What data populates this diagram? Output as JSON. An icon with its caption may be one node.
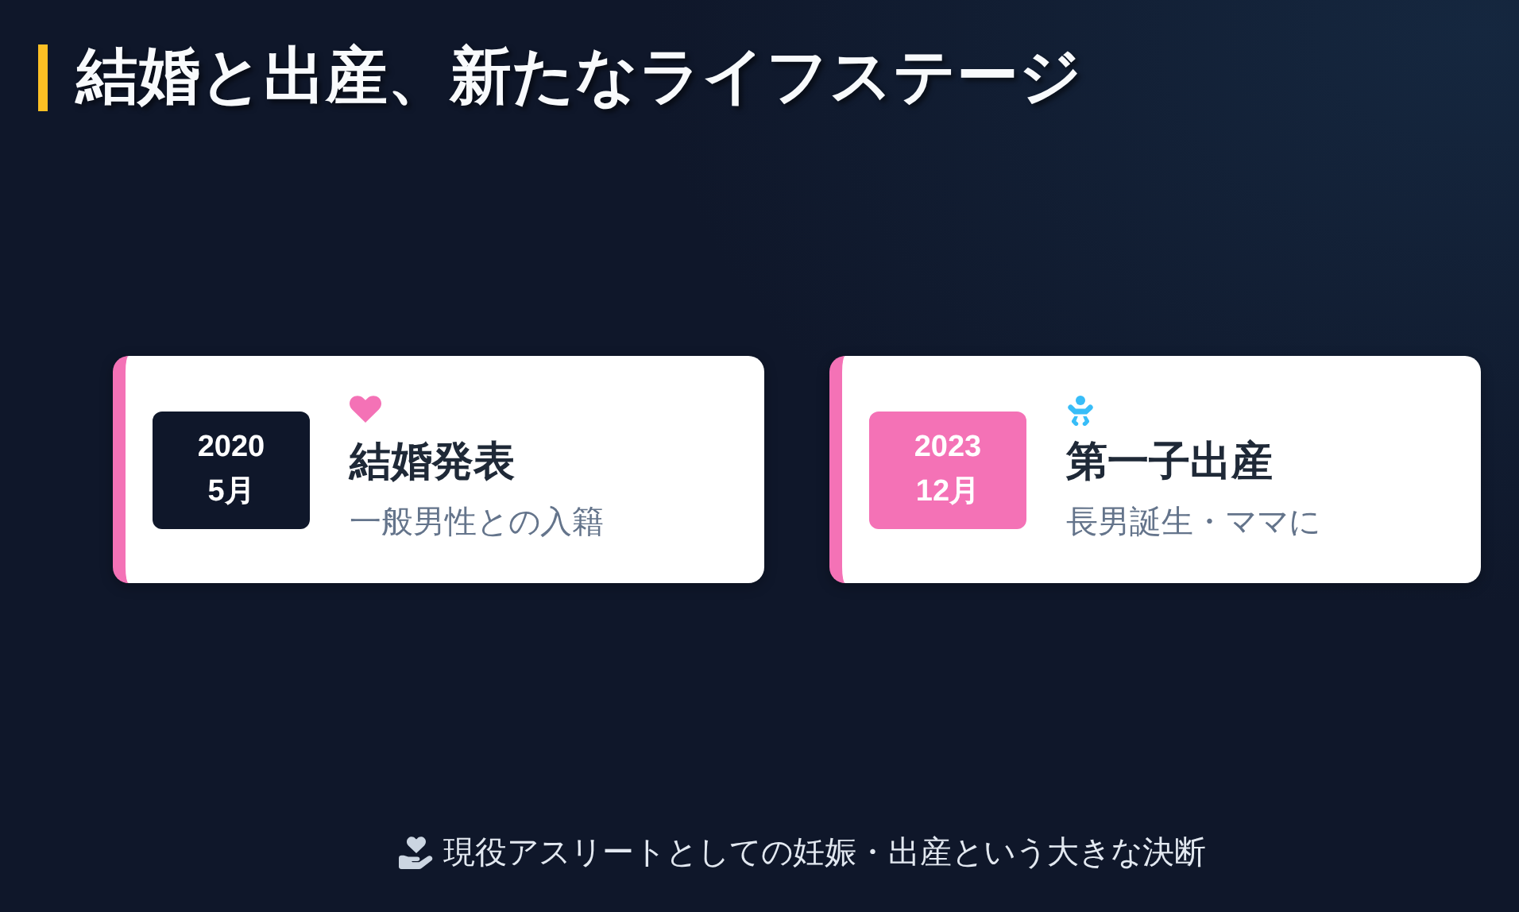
{
  "diagram": {
    "title": "結婚と出産、新たなライフステージ",
    "nodes": [
      {
        "text": [
          "結婚発表",
          "一般男性との入籍"
        ]
      },
      {
        "text": [
          "2020 5月"
        ],
        "in": 0
      },
      {
        "text": [
          "第一子出産",
          "長男誕生・ママに"
        ]
      },
      {
        "text": [
          "2023 12月"
        ],
        "in": 2
      }
    ],
    "caption": "現役アスリートとしての妊娠・出産という大きな決断"
  }
}
